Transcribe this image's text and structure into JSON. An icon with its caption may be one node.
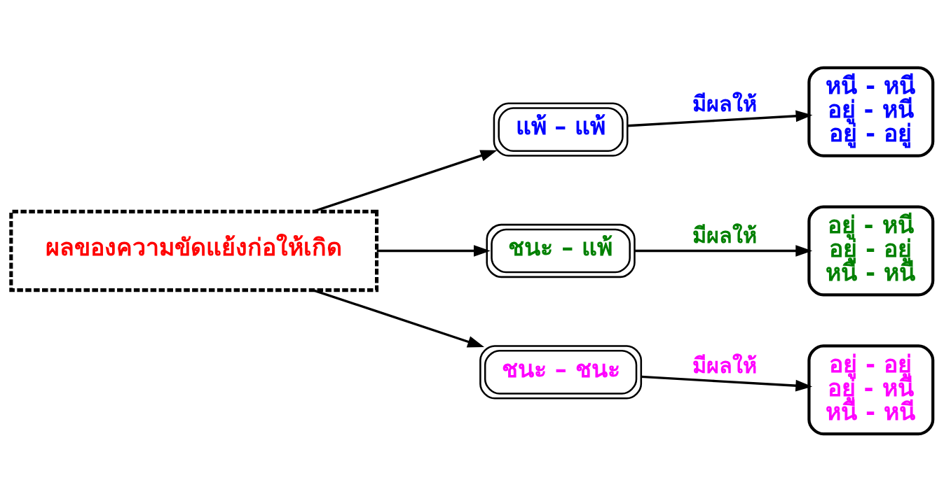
{
  "diagram": {
    "nodes": [
      {
        "text": [
          "ผลของความขัดแย้งก่อให้เกิด"
        ]
      },
      {
        "text": [
          "แพ้ – แพ้"
        ]
      },
      {
        "text": [
          "ชนะ – แพ้"
        ]
      },
      {
        "text": [
          "ชนะ – ชนะ"
        ]
      },
      {
        "text": [
          "หนี - หนี",
          "อยู่ - หนี",
          "อยู่ - อยู่"
        ]
      },
      {
        "text": [
          "อยู่ - หนี",
          "อยู่ - อยู่",
          "หนี - หนี"
        ]
      },
      {
        "text": [
          "อยู่ - อยู่",
          "อยู่ - หนี",
          "หนี - หนี"
        ]
      }
    ],
    "edges": [
      {
        "from": 0,
        "to": 1,
        "arrow": "to"
      },
      {
        "from": 0,
        "to": 2,
        "arrow": "to"
      },
      {
        "from": 0,
        "to": 3,
        "arrow": "to"
      },
      {
        "from": 1,
        "to": 4,
        "arrow": "to",
        "label": "มีผลให้"
      },
      {
        "from": 2,
        "to": 5,
        "arrow": "to",
        "label": "มีผลให้"
      },
      {
        "from": 3,
        "to": 6,
        "arrow": "to",
        "label": "มีผลให้"
      }
    ]
  }
}
